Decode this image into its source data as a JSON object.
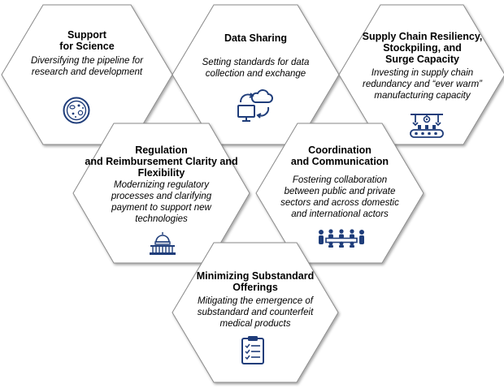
{
  "accent": "#1f3d7a",
  "hexagons": [
    {
      "title": "Support\nfor Science",
      "description": "Diversifying the pipeline for\nresearch and development",
      "icon": "petri-dish-icon"
    },
    {
      "title": "Data Sharing",
      "description": "Setting standards for data\ncollection and exchange",
      "icon": "cloud-computer-sync-icon"
    },
    {
      "title": "Supply Chain Resiliency,\nStockpiling, and\nSurge Capacity",
      "description": "Investing in supply chain\nredundancy and “ever warm”\nmanufacturing capacity",
      "icon": "conveyor-robot-arms-icon"
    },
    {
      "title": "Regulation\nand Reimbursement Clarity and\nFlexibility",
      "description": "Modernizing regulatory\nprocesses and clarifying\npayment to support new\ntechnologies",
      "icon": "capitol-building-icon"
    },
    {
      "title": "Coordination\nand Communication",
      "description": "Fostering collaboration\nbetween public and private\nsectors and across domestic\nand international actors",
      "icon": "meeting-table-icon"
    },
    {
      "title": "Minimizing Substandard\nOfferings",
      "description": "Mitigating the emergence of\nsubstandard and counterfeit\nmedical products",
      "icon": "clipboard-checklist-icon"
    }
  ]
}
